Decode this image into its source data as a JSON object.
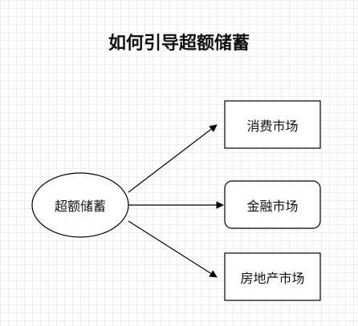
{
  "diagram": {
    "title": "如何引导超额储蓄",
    "source": {
      "label": "超额储蓄",
      "shape": "ellipse"
    },
    "targets": [
      {
        "label": "消费市场",
        "shape": "rectangle"
      },
      {
        "label": "金融市场",
        "shape": "rounded-rectangle"
      },
      {
        "label": "房地产市场",
        "shape": "rectangle"
      }
    ],
    "colors": {
      "stroke": "#000000",
      "text": "#111111",
      "background": "#ffffff",
      "grid": "#eeeeee"
    }
  }
}
